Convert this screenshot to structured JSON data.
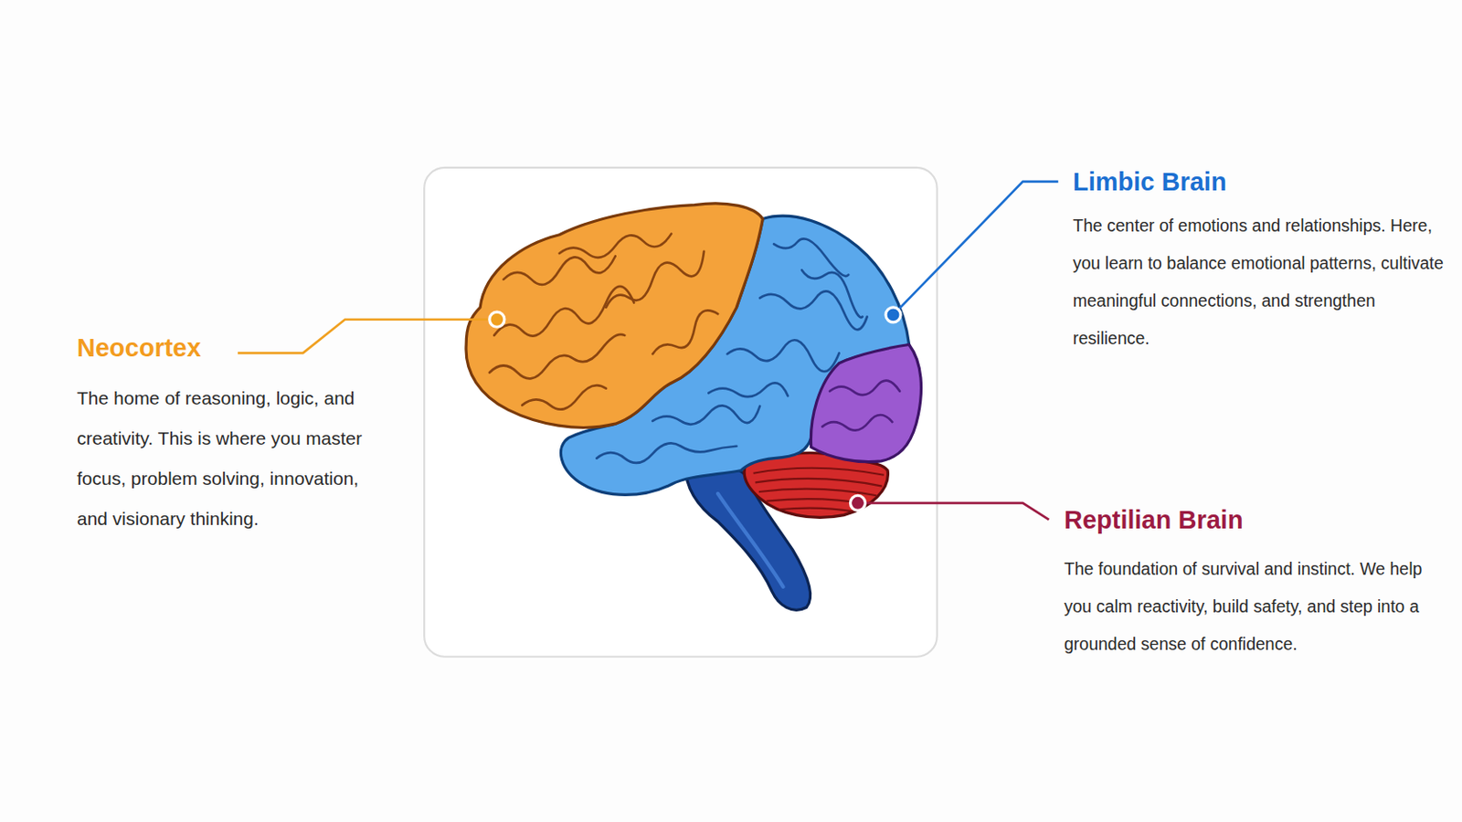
{
  "diagram": {
    "labels": [
      "Neocortex",
      "The home of reasoning, logic, and creativity. This is where you master focus, problem solving, innovation, and visionary thinking.",
      "Limbic Brain",
      "The center of emotions and relationships. Here, you learn to balance emotional patterns, cultivate meaningful connections, and strengthen resilience.",
      "Reptilian Brain",
      "The foundation of survival and instinct. We help you calm reactivity, build safety, and step into a grounded sense of confidence."
    ]
  }
}
